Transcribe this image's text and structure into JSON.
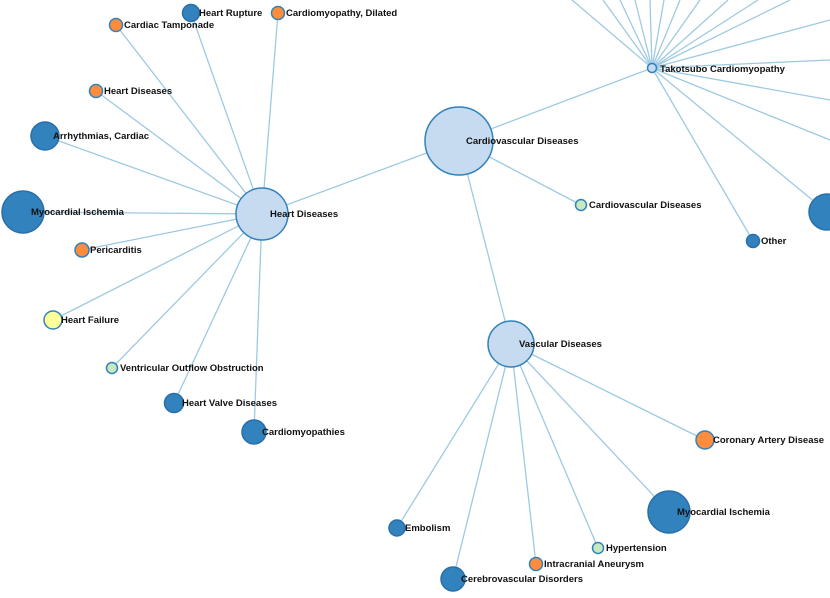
{
  "colors": {
    "link": "#9ecae1",
    "hub_fill": "#c6dbef",
    "hub_stroke": "#3182bd",
    "blue": "#3182bd",
    "orange": "#fd8d3c",
    "yellow": "#ffff99",
    "green": "#c7e9c0"
  },
  "nodes": [
    {
      "id": "cardiovascular-diseases-hub",
      "label": "Cardiovascular Diseases",
      "color": "hub"
    },
    {
      "id": "heart-diseases-hub",
      "label": "Heart Diseases",
      "color": "hub"
    },
    {
      "id": "vascular-diseases-hub",
      "label": "Vascular Diseases",
      "color": "hub"
    },
    {
      "id": "takotsubo-cardiomyopathy",
      "label": "Takotsubo Cardiomyopathy",
      "color": "hub"
    },
    {
      "id": "cardiovascular-diseases-leaf",
      "label": "Cardiovascular Diseases",
      "color": "green"
    },
    {
      "id": "heart-rupture",
      "label": "Heart Rupture",
      "color": "blue"
    },
    {
      "id": "cardiomyopathy-dilated",
      "label": "Cardiomyopathy, Dilated",
      "color": "orange"
    },
    {
      "id": "cardiac-tamponade",
      "label": "Cardiac Tamponade",
      "color": "orange"
    },
    {
      "id": "heart-diseases-leaf",
      "label": "Heart Diseases",
      "color": "orange"
    },
    {
      "id": "arrhythmias-cardiac",
      "label": "Arrhythmias, Cardiac",
      "color": "blue"
    },
    {
      "id": "myocardial-ischemia-heart",
      "label": "Myocardial Ischemia",
      "color": "blue"
    },
    {
      "id": "pericarditis",
      "label": "Pericarditis",
      "color": "orange"
    },
    {
      "id": "heart-failure",
      "label": "Heart Failure",
      "color": "yellow"
    },
    {
      "id": "ventricular-outflow-obstruction",
      "label": "Ventricular Outflow Obstruction",
      "color": "green"
    },
    {
      "id": "heart-valve-diseases",
      "label": "Heart Valve Diseases",
      "color": "blue"
    },
    {
      "id": "cardiomyopathies",
      "label": "Cardiomyopathies",
      "color": "blue"
    },
    {
      "id": "other",
      "label": "Other",
      "color": "blue"
    },
    {
      "id": "partial-node-right",
      "label": "",
      "color": "blue"
    },
    {
      "id": "coronary-artery-disease",
      "label": "Coronary Artery Disease",
      "color": "orange"
    },
    {
      "id": "myocardial-ischemia-vascular",
      "label": "Myocardial Ischemia",
      "color": "blue"
    },
    {
      "id": "embolism",
      "label": "Embolism",
      "color": "blue"
    },
    {
      "id": "hypertension",
      "label": "Hypertension",
      "color": "green"
    },
    {
      "id": "intracranial-aneurysm",
      "label": "Intracranial Aneurysm",
      "color": "orange"
    },
    {
      "id": "cerebrovascular-disorders",
      "label": "Cerebrovascular Disorders",
      "color": "blue"
    }
  ],
  "links": [
    [
      "cardiovascular-diseases-hub",
      "heart-diseases-hub"
    ],
    [
      "cardiovascular-diseases-hub",
      "vascular-diseases-hub"
    ],
    [
      "cardiovascular-diseases-hub",
      "takotsubo-cardiomyopathy"
    ],
    [
      "cardiovascular-diseases-hub",
      "cardiovascular-diseases-leaf"
    ],
    [
      "heart-diseases-hub",
      "heart-rupture"
    ],
    [
      "heart-diseases-hub",
      "cardiomyopathy-dilated"
    ],
    [
      "heart-diseases-hub",
      "cardiac-tamponade"
    ],
    [
      "heart-diseases-hub",
      "heart-diseases-leaf"
    ],
    [
      "heart-diseases-hub",
      "arrhythmias-cardiac"
    ],
    [
      "heart-diseases-hub",
      "myocardial-ischemia-heart"
    ],
    [
      "heart-diseases-hub",
      "pericarditis"
    ],
    [
      "heart-diseases-hub",
      "heart-failure"
    ],
    [
      "heart-diseases-hub",
      "ventricular-outflow-obstruction"
    ],
    [
      "heart-diseases-hub",
      "heart-valve-diseases"
    ],
    [
      "heart-diseases-hub",
      "cardiomyopathies"
    ],
    [
      "takotsubo-cardiomyopathy",
      "other"
    ],
    [
      "takotsubo-cardiomyopathy",
      "partial-node-right"
    ],
    [
      "vascular-diseases-hub",
      "coronary-artery-disease"
    ],
    [
      "vascular-diseases-hub",
      "myocardial-ischemia-vascular"
    ],
    [
      "vascular-diseases-hub",
      "embolism"
    ],
    [
      "vascular-diseases-hub",
      "hypertension"
    ],
    [
      "vascular-diseases-hub",
      "intracranial-aneurysm"
    ],
    [
      "vascular-diseases-hub",
      "cerebrovascular-disorders"
    ]
  ]
}
